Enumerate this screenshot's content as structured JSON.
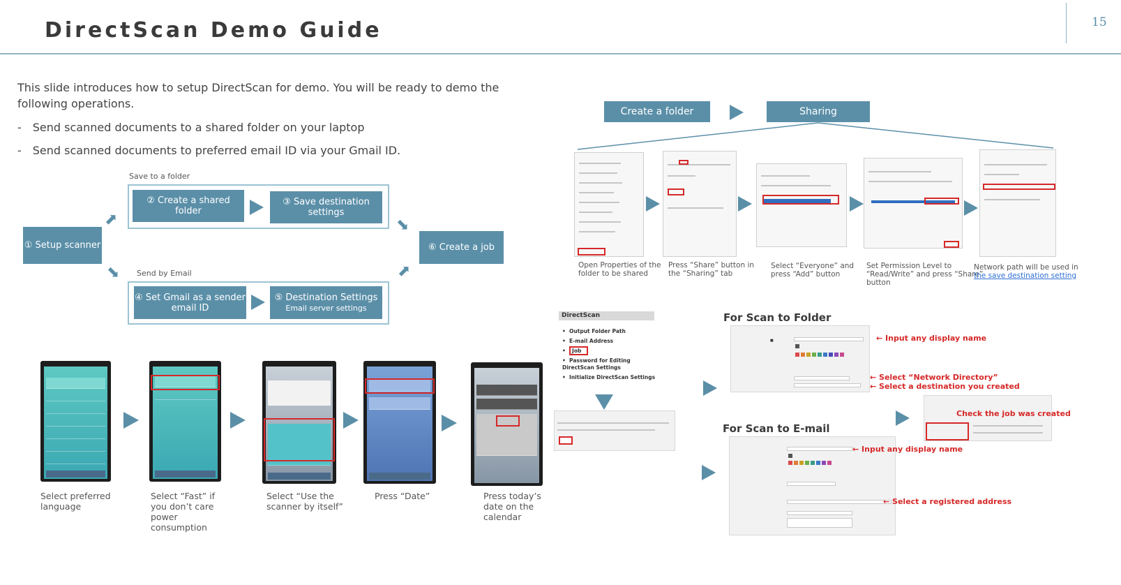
{
  "header": {
    "title": "DirectScan Demo Guide",
    "page_number": "15"
  },
  "intro": {
    "text": "This slide introduces how to setup DirectScan for demo. You will be ready to demo the following operations.",
    "bullets": [
      "- Send scanned documents to a shared folder on your laptop",
      "- Send scanned documents to preferred email ID via your Gmail ID."
    ]
  },
  "flow": {
    "save_to_folder_label": "Save to a folder",
    "send_by_email_label": "Send by Email",
    "setup_scanner": "① Setup scanner",
    "create_shared_folder": "② Create a shared folder",
    "save_destination_line1": "③ Save destination",
    "save_destination_line2": "settings",
    "set_gmail_line1": "④ Set Gmail as a sender",
    "set_gmail_line2": "email ID",
    "destination_settings_line1": "⑤ Destination Settings",
    "destination_settings_line2": "Email server settings",
    "create_job": "⑥ Create a job"
  },
  "sharing": {
    "create_folder": "Create a folder",
    "sharing": "Sharing",
    "captions": [
      {
        "l1": "Open Properties of the",
        "l2": "folder to be shared",
        "l3": ""
      },
      {
        "l1": "Press “Share” button in",
        "l2": "the “Sharing” tab",
        "l3": ""
      },
      {
        "l1": "Select “Everyone” and",
        "l2": "press “Add” button",
        "l3": ""
      },
      {
        "l1": "Set Permission Level to",
        "l2": "“Read/Write” and press “Share”",
        "l3": "button"
      }
    ],
    "last_caption_l1": "Network path will be used in",
    "last_caption_link": "the save destination setting"
  },
  "phones": [
    {
      "caption_l1": "Select preferred",
      "caption_l2": "language",
      "caption_l3": "",
      "caption_l4": ""
    },
    {
      "caption_l1": "Select “Fast” if",
      "caption_l2": "you don’t care",
      "caption_l3": "power",
      "caption_l4": "consumption"
    },
    {
      "caption_l1": "Select “Use the",
      "caption_l2": "scanner by itself”",
      "caption_l3": "",
      "caption_l4": ""
    },
    {
      "caption_l1": "Press “Date”",
      "caption_l2": "",
      "caption_l3": "",
      "caption_l4": ""
    },
    {
      "caption_l1": "Press today’s",
      "caption_l2": "date on the",
      "caption_l3": "calendar",
      "caption_l4": ""
    }
  ],
  "directscan_menu": {
    "title": "DirectScan",
    "items": [
      "Output Folder Path",
      "E-mail Address",
      "Job",
      "Password for Editing DirectScan Settings",
      "Initialize DirectScan Settings"
    ]
  },
  "scan_folder": {
    "title": "For Scan to Folder",
    "note1": "← Input any display name",
    "note2": "← Select “Network Directory”",
    "note3": "← Select a destination you created"
  },
  "scan_email": {
    "title": "For Scan to E-mail",
    "note1": "← Input any display name",
    "note2": "← Select a registered address"
  },
  "job_created_note": "Check the job was created",
  "colors": {
    "accent": "#5b8fa8",
    "highlight": "#d62828",
    "frame": "#9bc3d3"
  }
}
